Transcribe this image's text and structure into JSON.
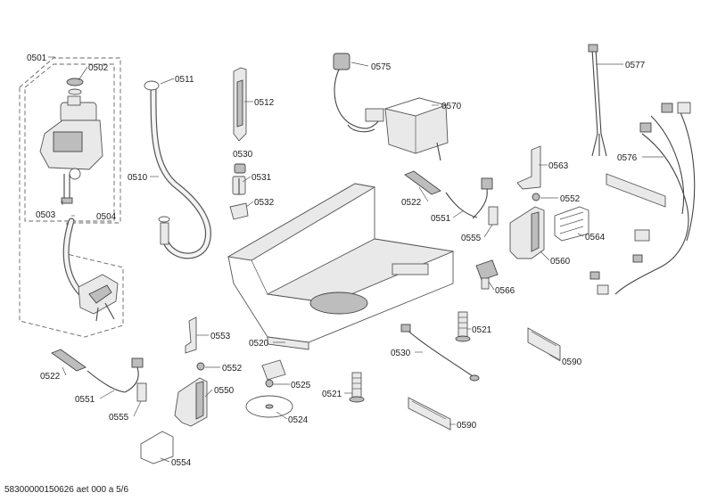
{
  "diagram": {
    "labels": [
      {
        "id": "0501",
        "text": "0501"
      },
      {
        "id": "0502",
        "text": "0502"
      },
      {
        "id": "0503",
        "text": "0503"
      },
      {
        "id": "0504",
        "text": "0504"
      },
      {
        "id": "0510",
        "text": "0510"
      },
      {
        "id": "0511",
        "text": "0511"
      },
      {
        "id": "0512",
        "text": "0512"
      },
      {
        "id": "0530a",
        "text": "0530"
      },
      {
        "id": "0531",
        "text": "0531"
      },
      {
        "id": "0532",
        "text": "0532"
      },
      {
        "id": "0575",
        "text": "0575"
      },
      {
        "id": "0570",
        "text": "0570"
      },
      {
        "id": "0577",
        "text": "0577"
      },
      {
        "id": "0576",
        "text": "0576"
      },
      {
        "id": "0563",
        "text": "0563"
      },
      {
        "id": "0552a",
        "text": "0552"
      },
      {
        "id": "0522a",
        "text": "0522"
      },
      {
        "id": "0551a",
        "text": "0551"
      },
      {
        "id": "0555a",
        "text": "0555"
      },
      {
        "id": "0564",
        "text": "0564"
      },
      {
        "id": "0560",
        "text": "0560"
      },
      {
        "id": "0566",
        "text": "0566"
      },
      {
        "id": "0520",
        "text": "0520"
      },
      {
        "id": "0521a",
        "text": "0521"
      },
      {
        "id": "0530b",
        "text": "0530"
      },
      {
        "id": "0590a",
        "text": "0590"
      },
      {
        "id": "0553",
        "text": "0553"
      },
      {
        "id": "0552b",
        "text": "0552"
      },
      {
        "id": "0550",
        "text": "0550"
      },
      {
        "id": "0522b",
        "text": "0522"
      },
      {
        "id": "0551b",
        "text": "0551"
      },
      {
        "id": "0555b",
        "text": "0555"
      },
      {
        "id": "0525",
        "text": "0525"
      },
      {
        "id": "0524",
        "text": "0524"
      },
      {
        "id": "0521b",
        "text": "0521"
      },
      {
        "id": "0590b",
        "text": "0590"
      },
      {
        "id": "0554",
        "text": "0554"
      }
    ],
    "footer": "58300000150626 aet 000 a 5/6"
  }
}
